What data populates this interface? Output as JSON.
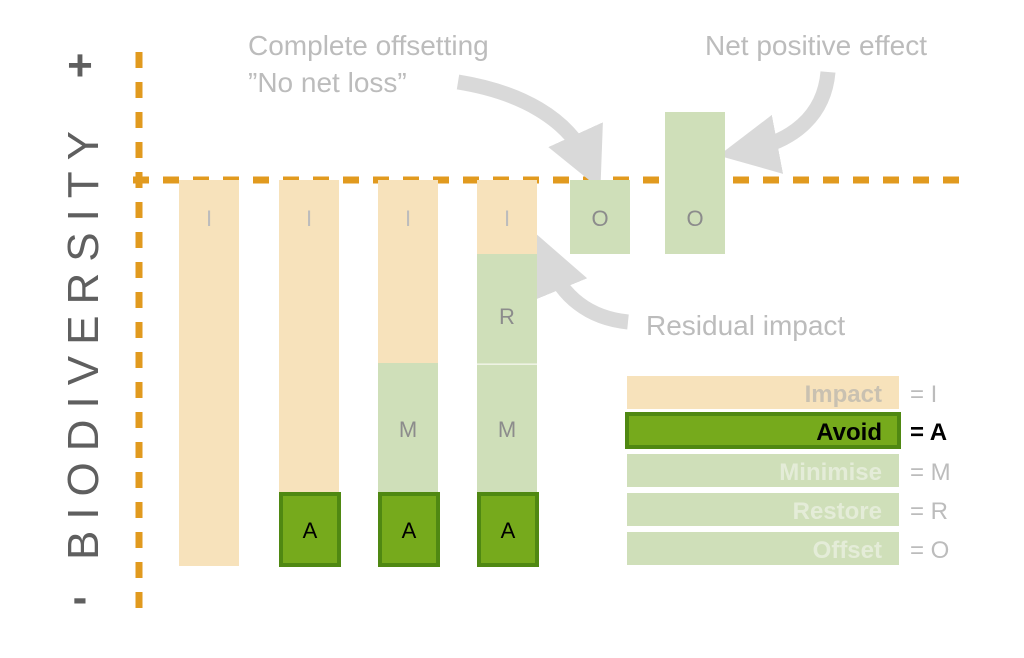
{
  "axis": {
    "label": "BIODIVERSITY",
    "plus": "+",
    "minus": "-"
  },
  "annotations": {
    "complete_offsetting_line1": "Complete offsetting",
    "complete_offsetting_line2": "”No net loss”",
    "net_positive": "Net positive effect",
    "residual": "Residual impact"
  },
  "bars": [
    {
      "segments": [
        "I"
      ]
    },
    {
      "segments": [
        "I",
        "A"
      ]
    },
    {
      "segments": [
        "I",
        "M",
        "A"
      ]
    },
    {
      "segments": [
        "I",
        "R",
        "M",
        "A"
      ]
    },
    {
      "segments": [
        "O"
      ]
    },
    {
      "segments": [
        "O"
      ]
    }
  ],
  "legend": [
    {
      "label": "Impact",
      "code": "= I"
    },
    {
      "label": "Avoid",
      "code": "= A"
    },
    {
      "label": "Minimise",
      "code": "= M"
    },
    {
      "label": "Restore",
      "code": "= R"
    },
    {
      "label": "Offset",
      "code": "= O"
    }
  ],
  "colors": {
    "impact": "#f7e2bb",
    "mitigation": "#cfdfb9",
    "avoid_fill": "#76aa1c",
    "avoid_border": "#4f8812",
    "axis": "#e19a1f",
    "arrow": "#d9d9d9",
    "text_grey": "#bcbcbc",
    "text_dark": "#5f5f5f"
  }
}
